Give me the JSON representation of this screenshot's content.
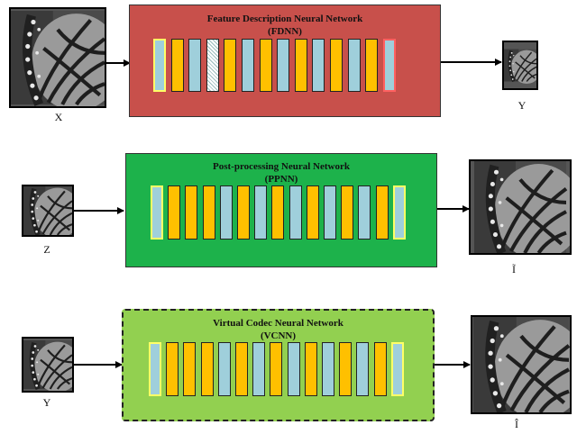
{
  "colors": {
    "fdnn_fill": "#c8504b",
    "ppnn_fill": "#1db24b",
    "vcnn_fill": "#92d050",
    "layer_orange": "#ffc000",
    "layer_blue": "#9fcfdb",
    "layer_edge_yellow": "#ffff66"
  },
  "networks": {
    "fdnn": {
      "title": "Feature Description Neural Network",
      "abbr": "(FDNN)"
    },
    "ppnn": {
      "title": "Post-processing Neural Network",
      "abbr": "(PPNN)"
    },
    "vcnn": {
      "title": "Virtual Codec Neural Network",
      "abbr": "(VCNN)"
    }
  },
  "labels": {
    "fdnn_in": "X",
    "fdnn_out": "Y",
    "ppnn_in": "Z",
    "ppnn_out": "Ĩ",
    "vcnn_in": "Y",
    "vcnn_out": "Î"
  },
  "layer_sequences": {
    "fdnn": [
      "blue-edge",
      "orange",
      "blue",
      "hatched",
      "orange",
      "blue",
      "orange",
      "blue",
      "orange",
      "blue",
      "orange",
      "blue",
      "orange",
      "blue-red"
    ],
    "ppnn": [
      "blue-edge",
      "orange",
      "orange",
      "orange",
      "blue",
      "orange",
      "blue",
      "orange",
      "blue",
      "orange",
      "blue",
      "orange",
      "blue",
      "orange",
      "blue-edge"
    ],
    "vcnn": [
      "blue-edge",
      "orange",
      "orange",
      "orange",
      "blue",
      "orange",
      "blue",
      "orange",
      "blue",
      "orange",
      "blue",
      "orange",
      "blue",
      "orange",
      "blue-edge"
    ]
  },
  "images": {
    "thumbnail": "butterfly-image"
  }
}
